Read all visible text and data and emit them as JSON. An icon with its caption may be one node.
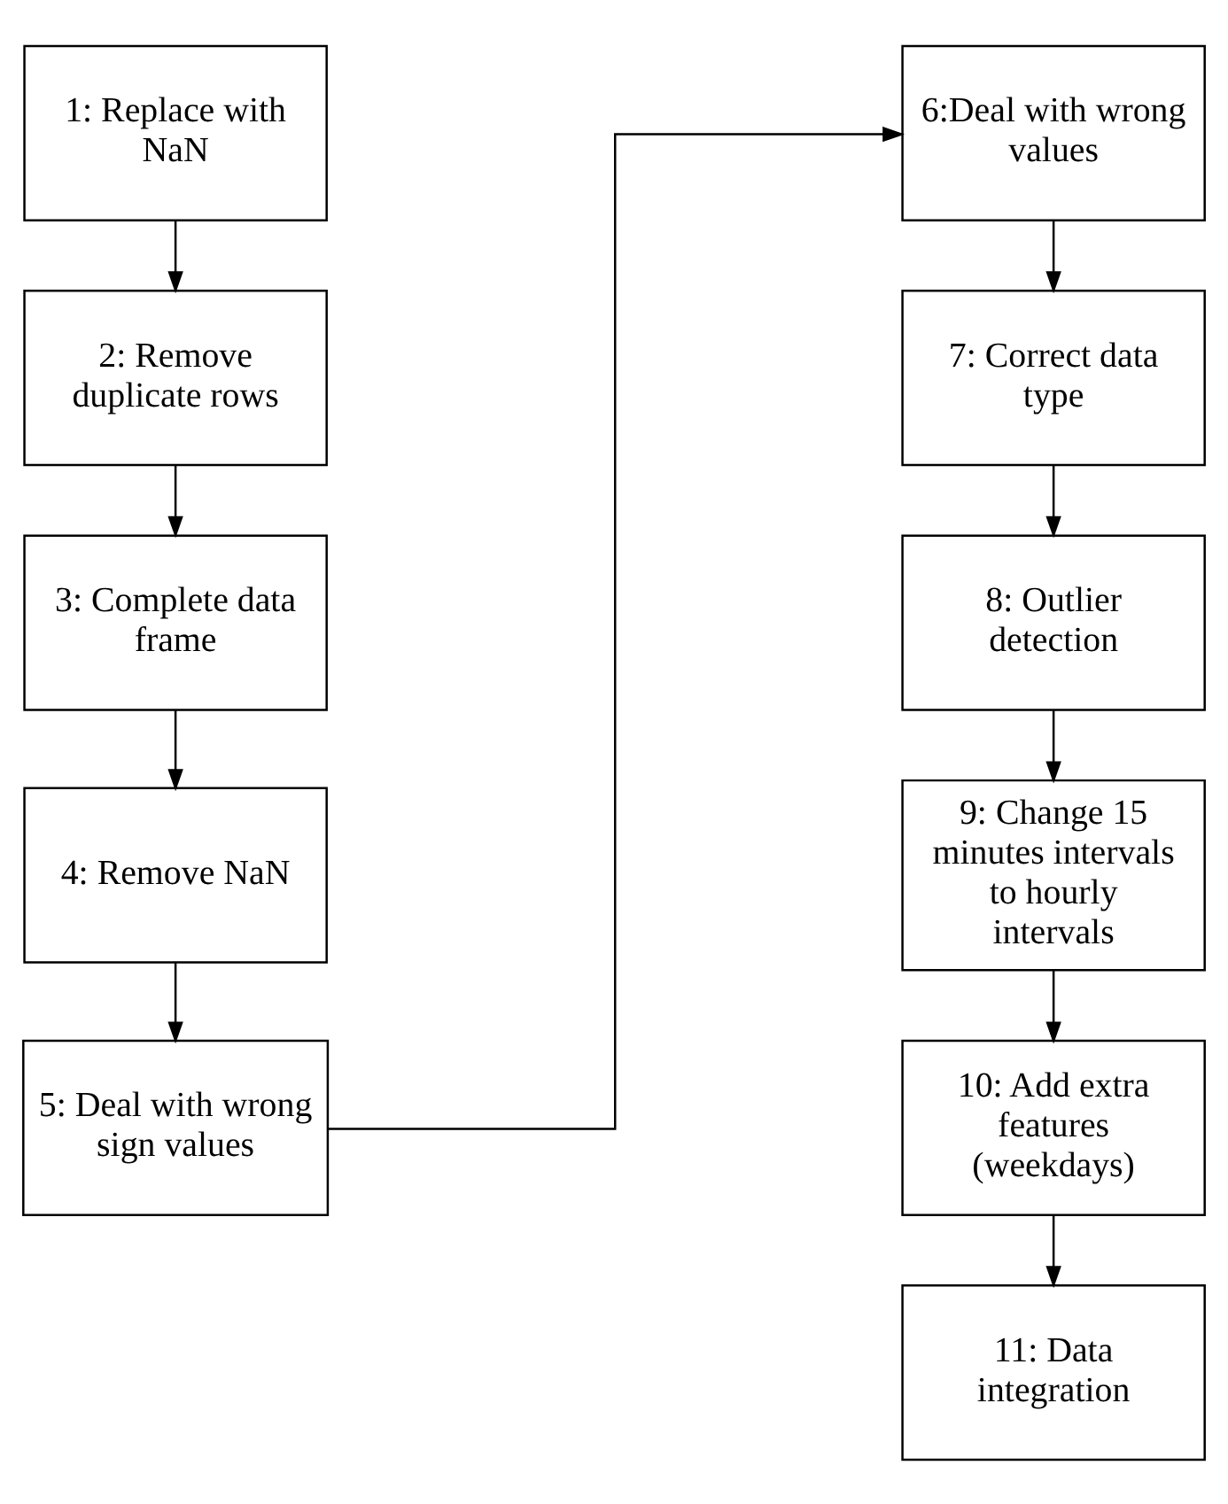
{
  "diagram": {
    "nodes": [
      {
        "text": [
          "1: Replace with NaN"
        ]
      },
      {
        "text": [
          "2: Remove duplicate rows"
        ]
      },
      {
        "text": [
          "3: Complete data frame"
        ]
      },
      {
        "text": [
          "4: Remove NaN"
        ]
      },
      {
        "text": [
          "5: Deal with wrong sign values"
        ]
      },
      {
        "text": [
          "6:Deal with wrong values"
        ]
      },
      {
        "text": [
          "7: Correct data type"
        ]
      },
      {
        "text": [
          "8: Outlier detection"
        ]
      },
      {
        "text": [
          "9: Change 15 minutes intervals to hourly intervals"
        ]
      },
      {
        "text": [
          "10: Add extra features (weekdays)"
        ]
      },
      {
        "text": [
          "11: Data integration"
        ]
      }
    ],
    "edges": [
      {
        "from": 0,
        "to": 1,
        "arrow": "to"
      },
      {
        "from": 1,
        "to": 2,
        "arrow": "to"
      },
      {
        "from": 2,
        "to": 3,
        "arrow": "to"
      },
      {
        "from": 3,
        "to": 4,
        "arrow": "to"
      },
      {
        "from": 4,
        "to": 5,
        "arrow": "to"
      },
      {
        "from": 5,
        "to": 6,
        "arrow": "to"
      },
      {
        "from": 6,
        "to": 7,
        "arrow": "to"
      },
      {
        "from": 7,
        "to": 8,
        "arrow": "to"
      },
      {
        "from": 8,
        "to": 9,
        "arrow": "to"
      },
      {
        "from": 9,
        "to": 10,
        "arrow": "to"
      }
    ]
  }
}
